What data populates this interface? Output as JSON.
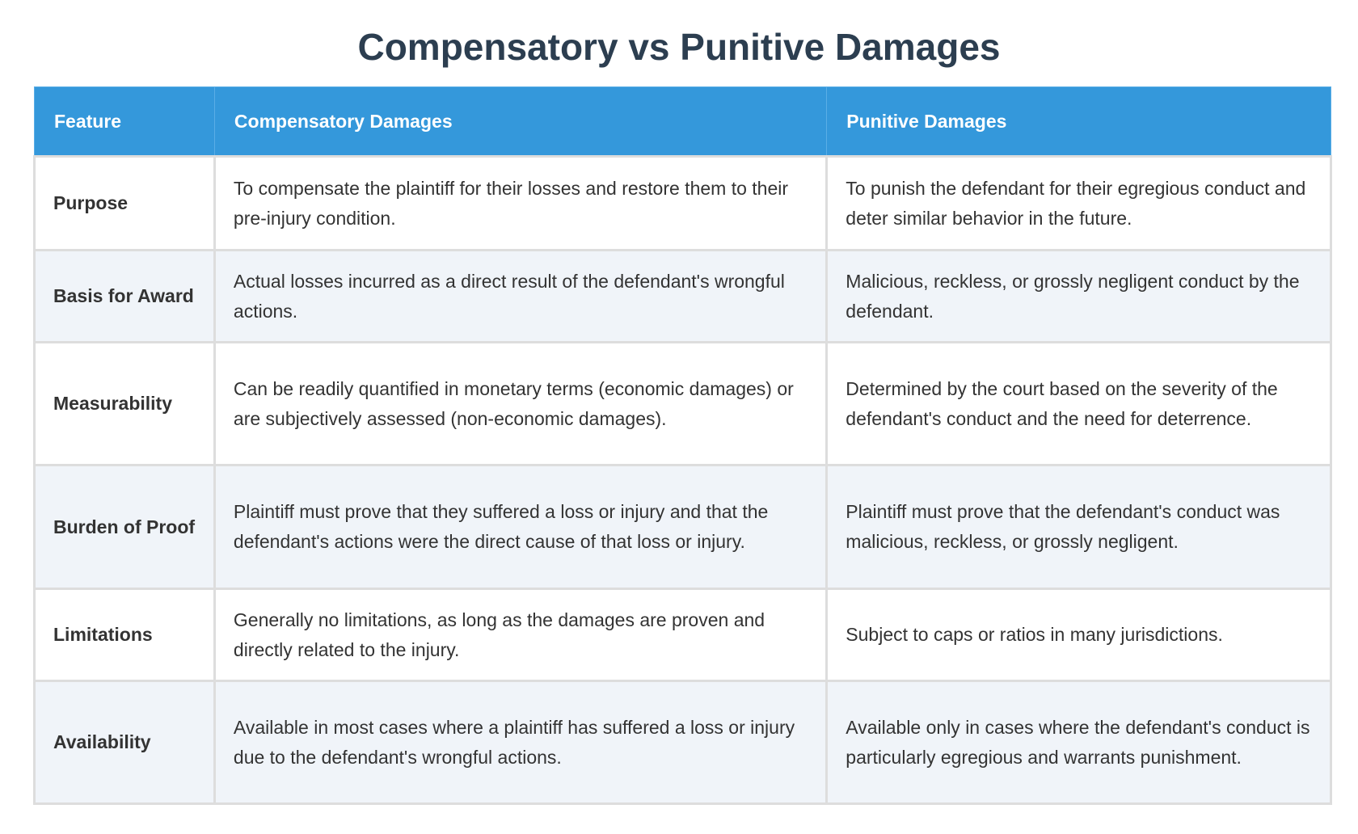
{
  "title": "Compensatory vs Punitive Damages",
  "headers": [
    "Feature",
    "Compensatory Damages",
    "Punitive Damages"
  ],
  "colors": {
    "header_bg": "#3498db",
    "title": "#2c3e50",
    "alt_row": "#f0f4f9"
  },
  "rows": [
    {
      "feature": "Purpose",
      "compensatory": "To compensate the plaintiff for their losses and restore them to their pre-injury condition.",
      "punitive": "To punish the defendant for their egregious conduct and deter similar behavior in the future."
    },
    {
      "feature": "Basis for Award",
      "compensatory": "Actual losses incurred as a direct result of the defendant's wrongful actions.",
      "punitive": "Malicious, reckless, or grossly negligent conduct by the defendant."
    },
    {
      "feature": "Measurability",
      "compensatory": "Can be readily quantified in monetary terms (economic damages) or are subjectively assessed (non-economic damages).",
      "punitive": "Determined by the court based on the severity of the defendant's conduct and the need for deterrence."
    },
    {
      "feature": "Burden of Proof",
      "compensatory": "Plaintiff must prove that they suffered a loss or injury and that the defendant's actions were the direct cause of that loss or injury.",
      "punitive": "Plaintiff must prove that the defendant's conduct was malicious, reckless, or grossly negligent."
    },
    {
      "feature": "Limitations",
      "compensatory": "Generally no limitations, as long as the damages are proven and directly related to the injury.",
      "punitive": "Subject to caps or ratios in many jurisdictions."
    },
    {
      "feature": "Availability",
      "compensatory": "Available in most cases where a plaintiff has suffered a loss or injury due to the defendant's wrongful actions.",
      "punitive": "Available only in cases where the defendant's conduct is particularly egregious and warrants punishment."
    }
  ]
}
